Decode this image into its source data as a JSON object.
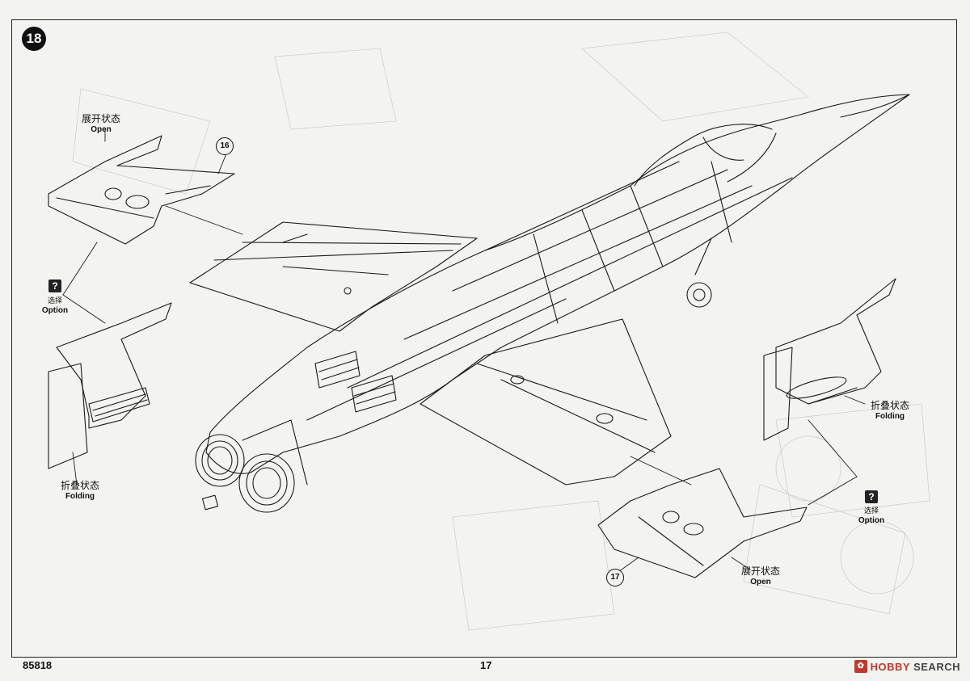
{
  "step": {
    "number": "18"
  },
  "callouts": {
    "top_left": "16",
    "bottom_right": "17"
  },
  "labels": {
    "open_zh": "展开状态",
    "open_en": "Open",
    "fold_zh": "折叠状态",
    "fold_en": "Folding",
    "option_zh": "选择",
    "option_en": "Option",
    "question_mark": "?"
  },
  "footer": {
    "kit_number": "85818",
    "page_number": "17"
  },
  "watermark": {
    "brand": "HOBBY",
    "suffix": "SEARCH"
  },
  "icons": [
    "question-mark-icon",
    "hobby-search-logo-icon"
  ]
}
